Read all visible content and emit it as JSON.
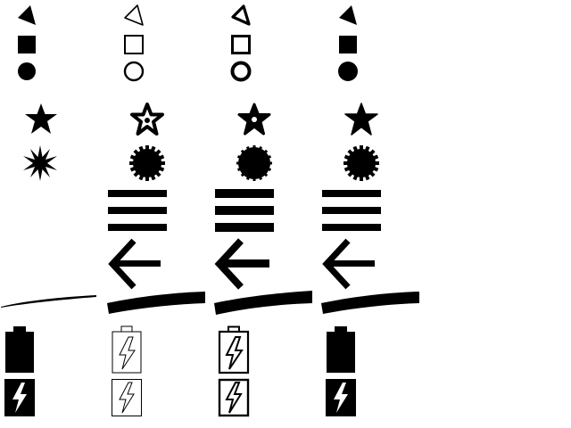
{
  "colors": {
    "background": "#ffffff",
    "ink": "#000000"
  },
  "columns": [
    {
      "style": "filled-solid",
      "icons": [
        "triangle-icon",
        "square-icon",
        "circle-icon",
        "star-icon",
        "starburst-icon",
        "battery-icon",
        "battery-charging-icon",
        "stroke-icon"
      ]
    },
    {
      "style": "outline-thin",
      "icons": [
        "triangle-icon",
        "square-icon",
        "circle-icon",
        "star-icon",
        "gear-icon",
        "menu-icon",
        "arrow-left-icon",
        "stroke-icon",
        "battery-charging-icon",
        "battery-charging-icon"
      ]
    },
    {
      "style": "outline-bold",
      "icons": [
        "triangle-icon",
        "square-icon",
        "circle-icon",
        "star-icon",
        "gear-icon",
        "menu-icon",
        "arrow-left-icon",
        "stroke-icon",
        "battery-charging-icon",
        "battery-charging-icon"
      ]
    },
    {
      "style": "filled-solid",
      "icons": [
        "triangle-icon",
        "square-icon",
        "circle-icon",
        "star-icon",
        "gear-icon",
        "menu-icon",
        "arrow-left-icon",
        "stroke-icon",
        "battery-icon",
        "battery-charging-icon"
      ]
    }
  ]
}
